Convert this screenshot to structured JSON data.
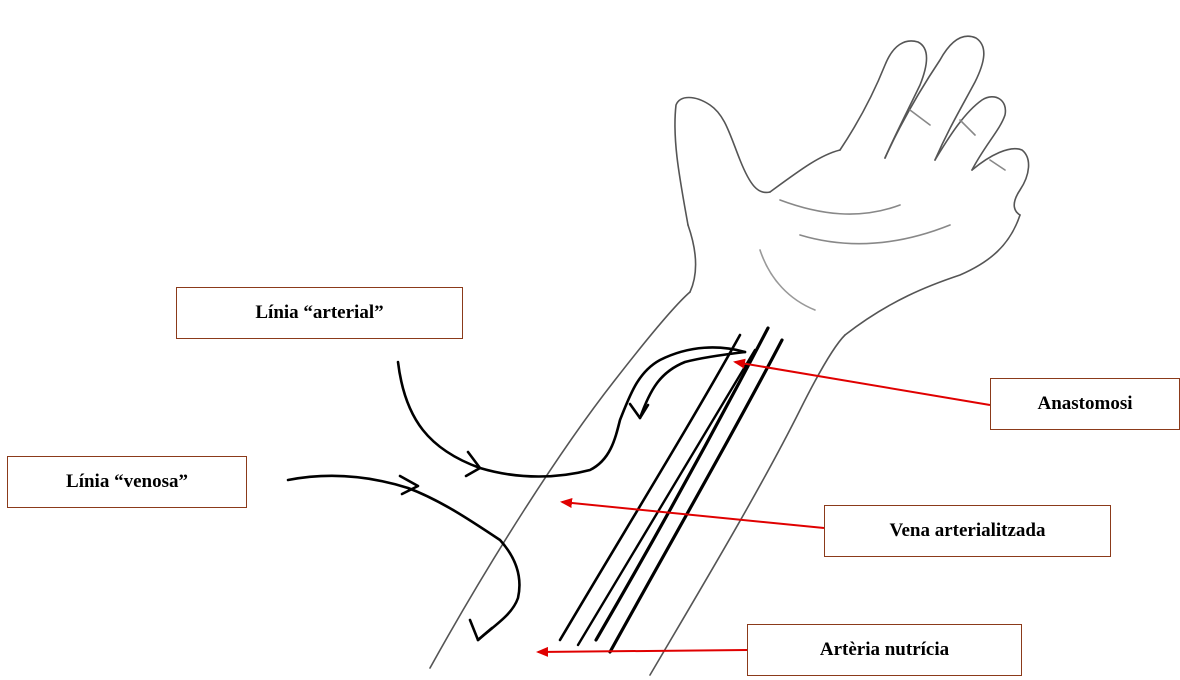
{
  "labels": {
    "arterial_line": "Línia “arterial”",
    "venous_line": "Línia “venosa”",
    "anastomosis": "Anastomosi",
    "arterialized_vein": "Vena arterialitzada",
    "nutrient_artery": "Artèria nutrícia"
  },
  "colors": {
    "pointer_arrow": "#e00000",
    "box_border": "#8b3a1a",
    "sketch": "#555555",
    "line": "#000000"
  }
}
